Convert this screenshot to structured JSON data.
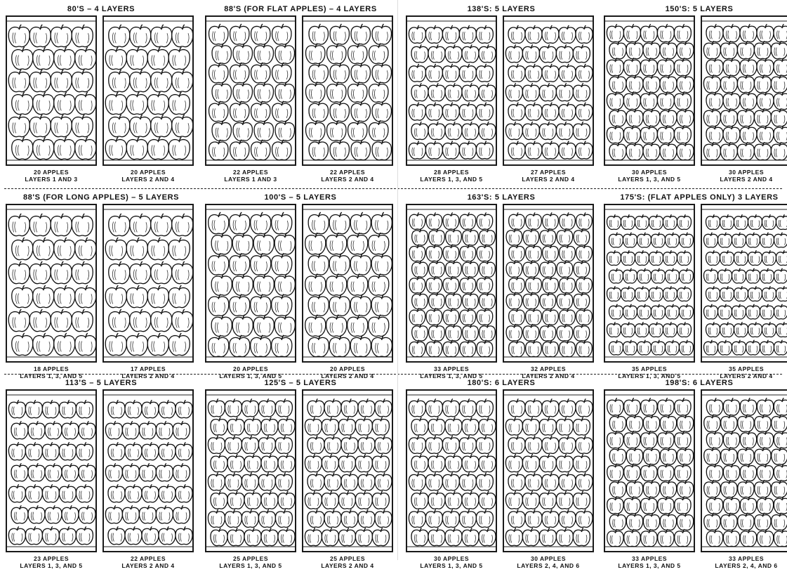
{
  "packs": [
    {
      "title": "80'S – 4 LAYERS",
      "layers": [
        {
          "count": "20 APPLES",
          "layers": "LAYERS 1 AND 3",
          "cols": 4,
          "rows": 6
        },
        {
          "count": "20 APPLES",
          "layers": "LAYERS 2 AND 4",
          "cols": 4,
          "rows": 6
        }
      ]
    },
    {
      "title": "88'S (FOR FLAT APPLES) – 4 LAYERS",
      "layers": [
        {
          "count": "22 APPLES",
          "layers": "LAYERS 1 AND 3",
          "cols": 4,
          "rows": 7
        },
        {
          "count": "22 APPLES",
          "layers": "LAYERS 2 AND 4",
          "cols": 4,
          "rows": 7
        }
      ]
    },
    {
      "title": "138'S: 5 LAYERS",
      "layers": [
        {
          "count": "28 APPLES",
          "layers": "LAYERS 1, 3, AND 5",
          "cols": 5,
          "rows": 7
        },
        {
          "count": "27 APPLES",
          "layers": "LAYERS 2 AND 4",
          "cols": 5,
          "rows": 7
        }
      ]
    },
    {
      "title": "150'S: 5 LAYERS",
      "layers": [
        {
          "count": "30 APPLES",
          "layers": "LAYERS 1, 3, AND 5",
          "cols": 5,
          "rows": 8
        },
        {
          "count": "30 APPLES",
          "layers": "LAYERS 2 AND 4",
          "cols": 5,
          "rows": 8
        }
      ]
    },
    {
      "title": "88'S (FOR LONG APPLES) – 5 LAYERS",
      "layers": [
        {
          "count": "18 APPLES",
          "layers": "LAYERS 1, 3, AND 5",
          "cols": 4,
          "rows": 6
        },
        {
          "count": "17 APPLES",
          "layers": "LAYERS 2 AND 4",
          "cols": 4,
          "rows": 6
        }
      ]
    },
    {
      "title": "100'S – 5 LAYERS",
      "layers": [
        {
          "count": "20 APPLES",
          "layers": "LAYERS 1, 3, AND 5",
          "cols": 4,
          "rows": 7
        },
        {
          "count": "20 APPLES",
          "layers": "LAYERS 2 AND 4",
          "cols": 4,
          "rows": 7
        }
      ]
    },
    {
      "title": "163'S: 5 LAYERS",
      "layers": [
        {
          "count": "33 APPLES",
          "layers": "LAYERS 1, 3, AND 5",
          "cols": 5,
          "rows": 9
        },
        {
          "count": "32 APPLES",
          "layers": "LAYERS 2 AND 4",
          "cols": 5,
          "rows": 9
        }
      ]
    },
    {
      "title": "175'S: (FLAT APPLES ONLY) 3 LAYERS",
      "layers": [
        {
          "count": "35 APPLES",
          "layers": "LAYERS 1, 3, AND 5",
          "cols": 6,
          "rows": 8
        },
        {
          "count": "35 APPLES",
          "layers": "LAYERS 2 AND 4",
          "cols": 6,
          "rows": 8
        }
      ]
    },
    {
      "title": "113'S – 5 LAYERS",
      "layers": [
        {
          "count": "23 APPLES",
          "layers": "LAYERS 1, 3, AND 5",
          "cols": 5,
          "rows": 7
        },
        {
          "count": "22 APPLES",
          "layers": "LAYERS 2 AND 4",
          "cols": 5,
          "rows": 7
        }
      ]
    },
    {
      "title": "125'S – 5 LAYERS",
      "layers": [
        {
          "count": "25 APPLES",
          "layers": "LAYERS 1, 3, AND 5",
          "cols": 5,
          "rows": 8
        },
        {
          "count": "25 APPLES",
          "layers": "LAYERS 2 AND 4",
          "cols": 5,
          "rows": 8
        }
      ]
    },
    {
      "title": "180'S: 6 LAYERS",
      "layers": [
        {
          "count": "30 APPLES",
          "layers": "LAYERS 1, 3, AND 5",
          "cols": 5,
          "rows": 8
        },
        {
          "count": "30 APPLES",
          "layers": "LAYERS 2, 4, AND 6",
          "cols": 5,
          "rows": 8
        }
      ]
    },
    {
      "title": "198'S: 6 LAYERS",
      "layers": [
        {
          "count": "33 APPLES",
          "layers": "LAYERS 1, 3, AND 5",
          "cols": 5,
          "rows": 9
        },
        {
          "count": "33 APPLES",
          "layers": "LAYERS 2, 4, AND 6",
          "cols": 5,
          "rows": 9
        }
      ]
    }
  ]
}
